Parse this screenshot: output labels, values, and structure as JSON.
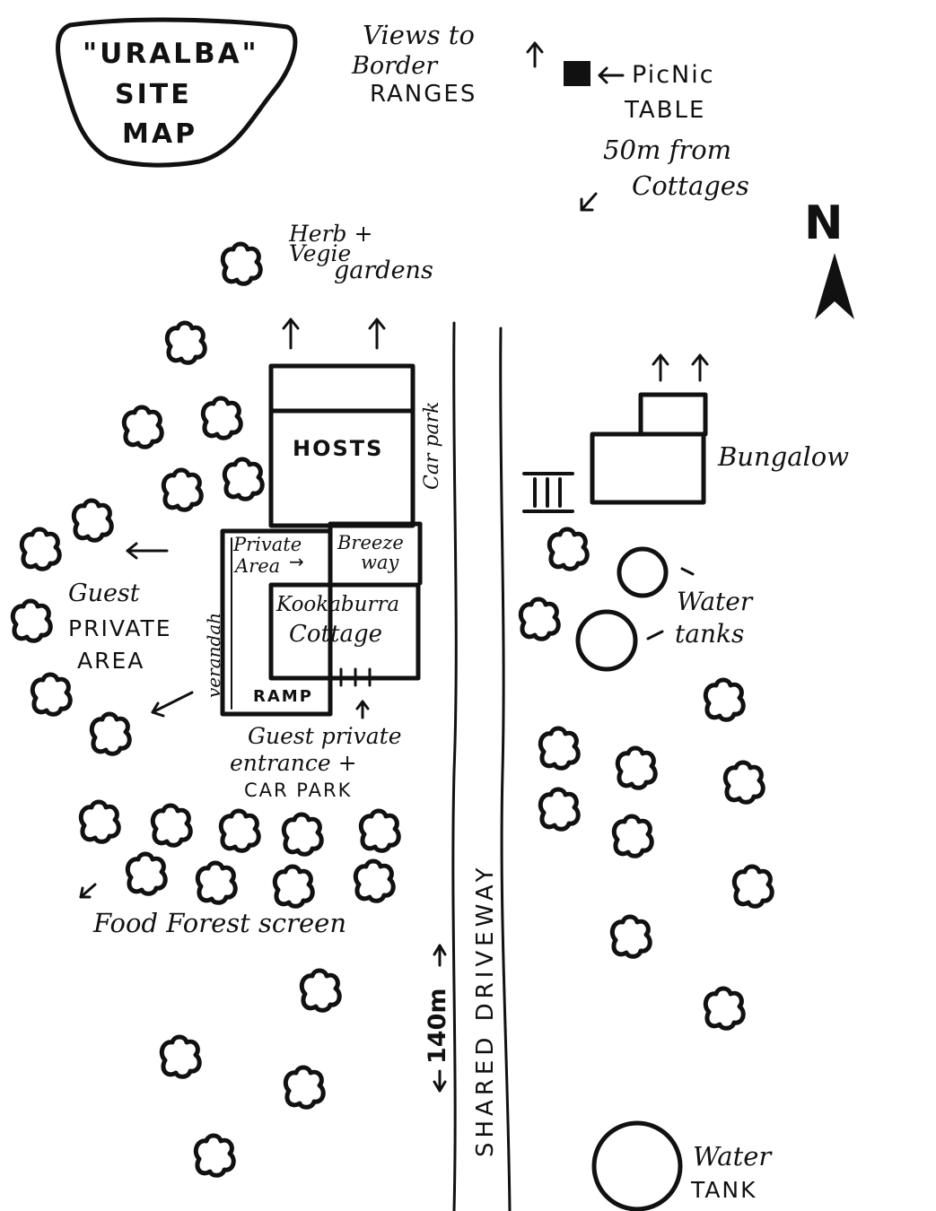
{
  "title": {
    "line1": "\"URALBA\"",
    "line2": "SITE",
    "line3": "MAP"
  },
  "views": {
    "line1": "Views to",
    "line2": "Border",
    "line3": "RANGES"
  },
  "picnic": {
    "line1": "PicNic",
    "line2": "TABLE",
    "line3": "50m from",
    "line4": "Cottages"
  },
  "north": "N",
  "herb": {
    "line1": "Herb +",
    "line2": "Vegie",
    "line3": "gardens"
  },
  "carpark": "Car park",
  "hosts": "HOSTS",
  "private_area": {
    "line1": "Private",
    "line2": "Area"
  },
  "breezeway": {
    "line1": "Breeze",
    "line2": "way"
  },
  "cottage": {
    "line1": "Kookaburra",
    "line2": "Cottage"
  },
  "verandah": "verandah",
  "ramp": "RAMP",
  "guest_private_area": {
    "line1": "Guest",
    "line2": "PRIVATE",
    "line3": "AREA"
  },
  "guest_entrance": {
    "line1": "Guest private",
    "line2": "entrance +",
    "line3": "CAR PARK"
  },
  "food_forest": "Food Forest screen",
  "bungalow": "Bungalow",
  "water_tanks": {
    "line1": "Water",
    "line2": "tanks"
  },
  "water_tank": {
    "line1": "Water",
    "line2": "TANK"
  },
  "shared_driveway": "SHARED DRIVEWAY",
  "distance": "140m"
}
